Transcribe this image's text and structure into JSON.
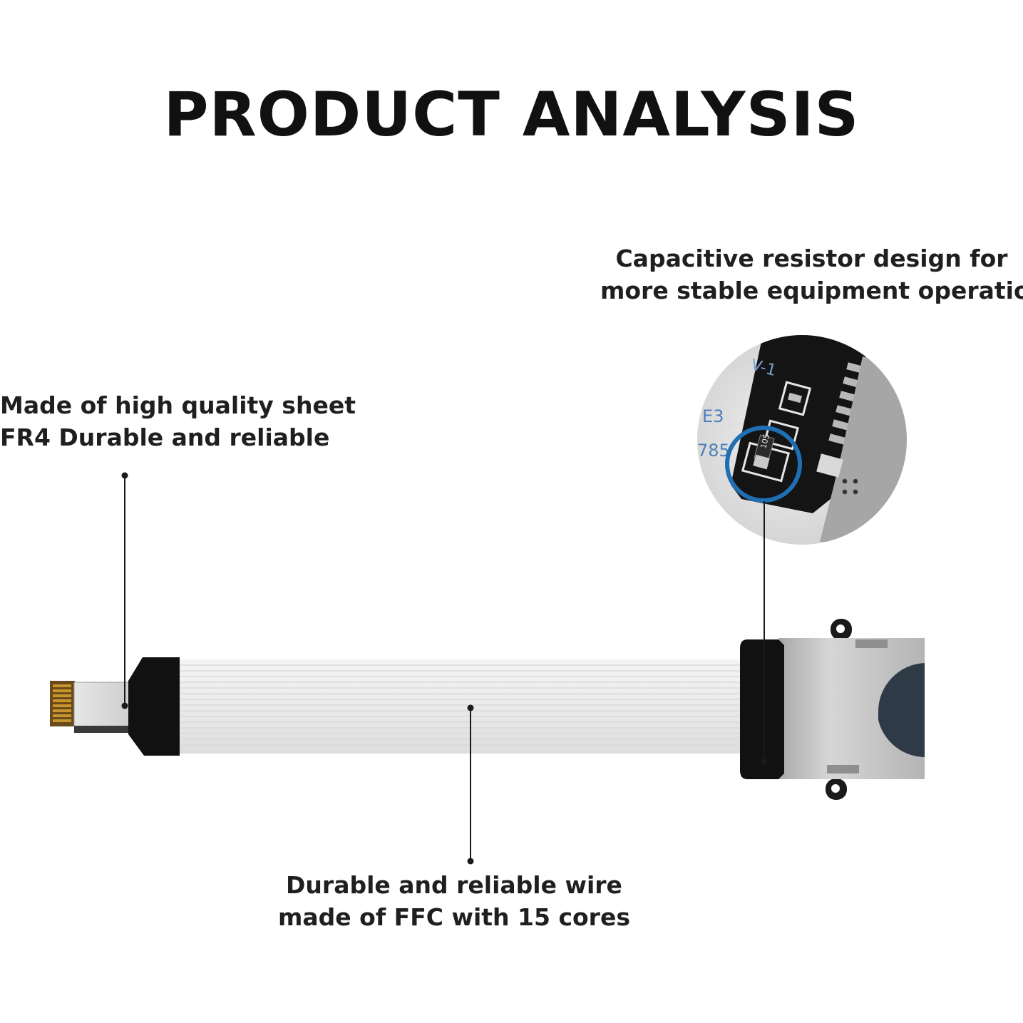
{
  "title": "PRODUCT ANALYSIS",
  "callouts": {
    "capacitor": {
      "line1": "Capacitive resistor design for",
      "line2": "more stable equipment operation"
    },
    "fr4": {
      "line1": "Made of high quality sheet",
      "line2": "FR4 Durable and reliable"
    },
    "ffc": {
      "line1": "Durable and reliable wire",
      "line2": "made of FFC with 15 cores"
    }
  },
  "zoom_markings": {
    "chip_code": "105",
    "board_code": "E3",
    "side_code": "785",
    "top_code": "V-1"
  },
  "colors": {
    "highlight_ring": "#1f6fb5",
    "pcb": "#141414",
    "cable": "#e9e9e9",
    "metal": "#bdbdbd",
    "contacts": "#c8962f"
  }
}
